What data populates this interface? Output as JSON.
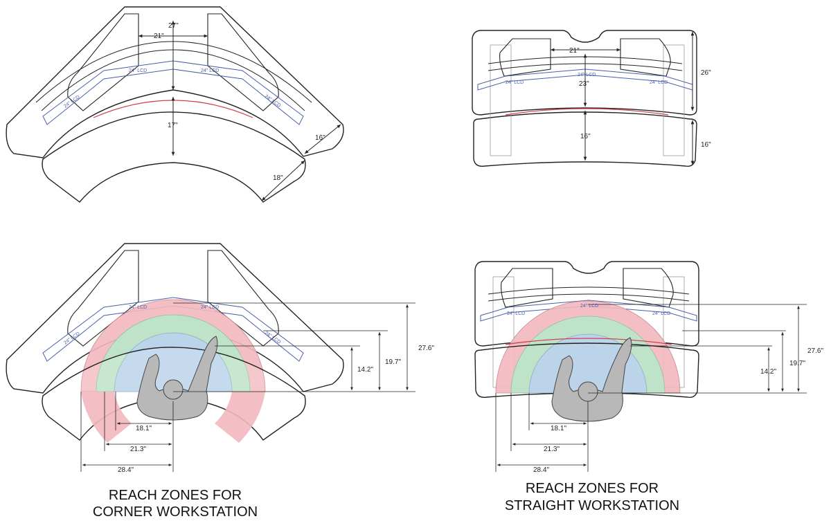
{
  "colors": {
    "outer_zone": "#f2b8bf",
    "middle_zone": "#bfe3c8",
    "inner_zone": "#bcd4ea",
    "lcd_outline": "#4a5fa8",
    "keyboard_line": "#d04050",
    "person": "#b8b8b8"
  },
  "plans": {
    "corner": {
      "dims": {
        "width_top": "27\"",
        "gap": "21\"",
        "depth": "17\"",
        "side_16": "16\"",
        "side_18": "18\""
      },
      "lcd": [
        "24\" LCD",
        "24\" LCD",
        "24\" LCD",
        "24\" LCD"
      ]
    },
    "straight": {
      "dims": {
        "gap": "21\"",
        "depth_top": "26\"",
        "inner": "23\"",
        "depth": "16\"",
        "side_16": "16\""
      },
      "lcd": [
        "24\" LCD",
        "24\" LCD",
        "24\" LCD"
      ]
    }
  },
  "reach": {
    "corner": {
      "heights": [
        "27.6\"",
        "19.7\"",
        "14.2\""
      ],
      "radii": [
        "18.1\"",
        "21.3\"",
        "28.4\""
      ],
      "lcd": [
        "24\" LCD",
        "24\" LCD",
        "24\" LCD",
        "24\" LCD"
      ],
      "title_line1": "REACH ZONES FOR",
      "title_line2": "CORNER WORKSTATION"
    },
    "straight": {
      "heights": [
        "27.6\"",
        "19.7\"",
        "14.2\""
      ],
      "radii": [
        "18.1\"",
        "21.3\"",
        "28.4\""
      ],
      "lcd": [
        "24\" LCD",
        "24\" LCD",
        "24\" LCD"
      ],
      "title_line1": "REACH ZONES FOR",
      "title_line2": "STRAIGHT WORKSTATION"
    }
  }
}
